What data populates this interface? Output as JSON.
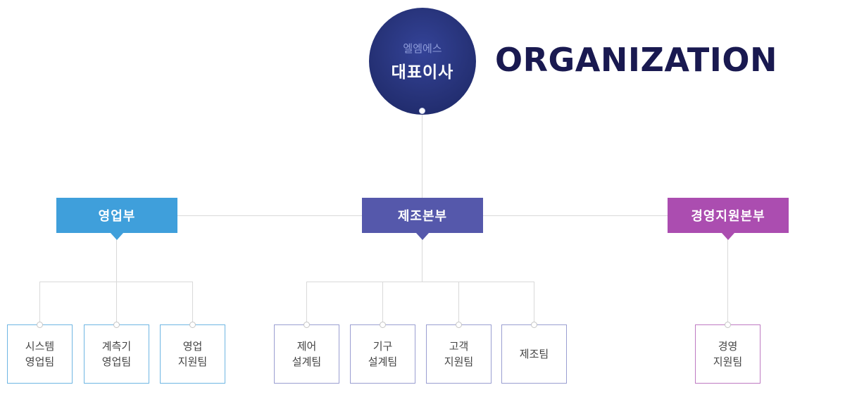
{
  "heading": "ORGANIZATION",
  "ceo": {
    "company": "엘엠에스",
    "title": "대표이사"
  },
  "colors": {
    "sales": "#3f9fdb",
    "manufacturing": "#5558ab",
    "management": "#ab4db0",
    "sales_team_border": "#6fb6e3",
    "manufacturing_team_border": "#9a9ed1",
    "management_team_border": "#be7ac2",
    "connector_line": "#d9d9d9",
    "heading_text": "#191950",
    "ceo_circle": "#273379",
    "team_text": "#444444"
  },
  "departments": [
    {
      "label": "영업부",
      "teams": [
        {
          "lines": [
            "시스템",
            "영업팀"
          ]
        },
        {
          "lines": [
            "계측기",
            "영업팀"
          ]
        },
        {
          "lines": [
            "영업",
            "지원팀"
          ]
        }
      ]
    },
    {
      "label": "제조본부",
      "teams": [
        {
          "lines": [
            "제어",
            "설계팀"
          ]
        },
        {
          "lines": [
            "기구",
            "설계팀"
          ]
        },
        {
          "lines": [
            "고객",
            "지원팀"
          ]
        },
        {
          "lines": [
            "제조팀"
          ]
        }
      ]
    },
    {
      "label": "경영지원본부",
      "teams": [
        {
          "lines": [
            "경영",
            "지원팀"
          ]
        }
      ]
    }
  ]
}
